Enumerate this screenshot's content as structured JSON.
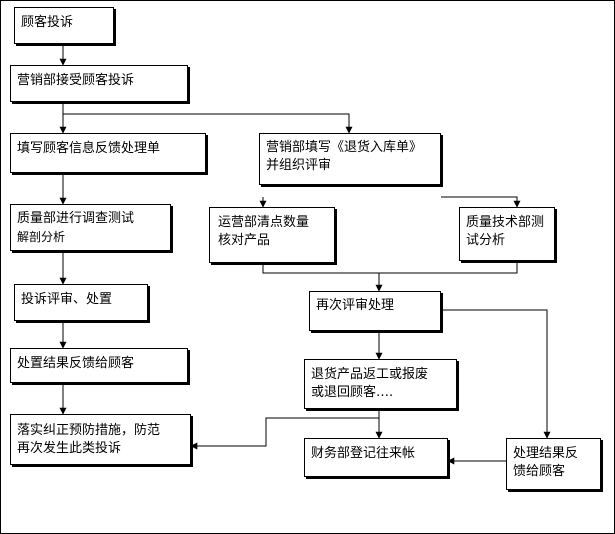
{
  "colors": {
    "background": "#ffffff",
    "border": "#000000",
    "text": "#000000",
    "connector": "#000000"
  },
  "nodes": {
    "customer_complaint": {
      "lines": [
        "顾客投诉"
      ]
    },
    "marketing_accepts": {
      "lines": [
        "营销部接受顾客投诉"
      ]
    },
    "fill_feedback_form": {
      "lines": [
        "填写顾客信息反馈处理单"
      ]
    },
    "marketing_return_form": {
      "lines": [
        "营销部填写《退货入库单》",
        "并组织评审"
      ]
    },
    "quality_investigation": {
      "lines": [
        "质量部进行调查测试",
        "解剖分析"
      ]
    },
    "transport_inventory": {
      "lines": [
        "运营部清点数量",
        "核对产品"
      ]
    },
    "quality_tech_test": {
      "lines": [
        "质量技术部测",
        "试分析"
      ]
    },
    "complaint_review": {
      "lines": [
        "投诉评审、处置"
      ]
    },
    "second_review": {
      "lines": [
        "再次评审处理"
      ]
    },
    "feedback_to_customer": {
      "lines": [
        "处置结果反馈给顾客"
      ]
    },
    "return_rework": {
      "lines": [
        "退货产品返工或报废",
        "或退回顾客…."
      ]
    },
    "corrective_actions": {
      "lines": [
        "落实纠正预防措施，防范",
        "再次发生此类投诉"
      ]
    },
    "finance_register": {
      "lines": [
        "财务部登记往来帐"
      ]
    },
    "result_feedback": {
      "lines": [
        "处理结果反",
        "馈给顾客"
      ]
    }
  }
}
